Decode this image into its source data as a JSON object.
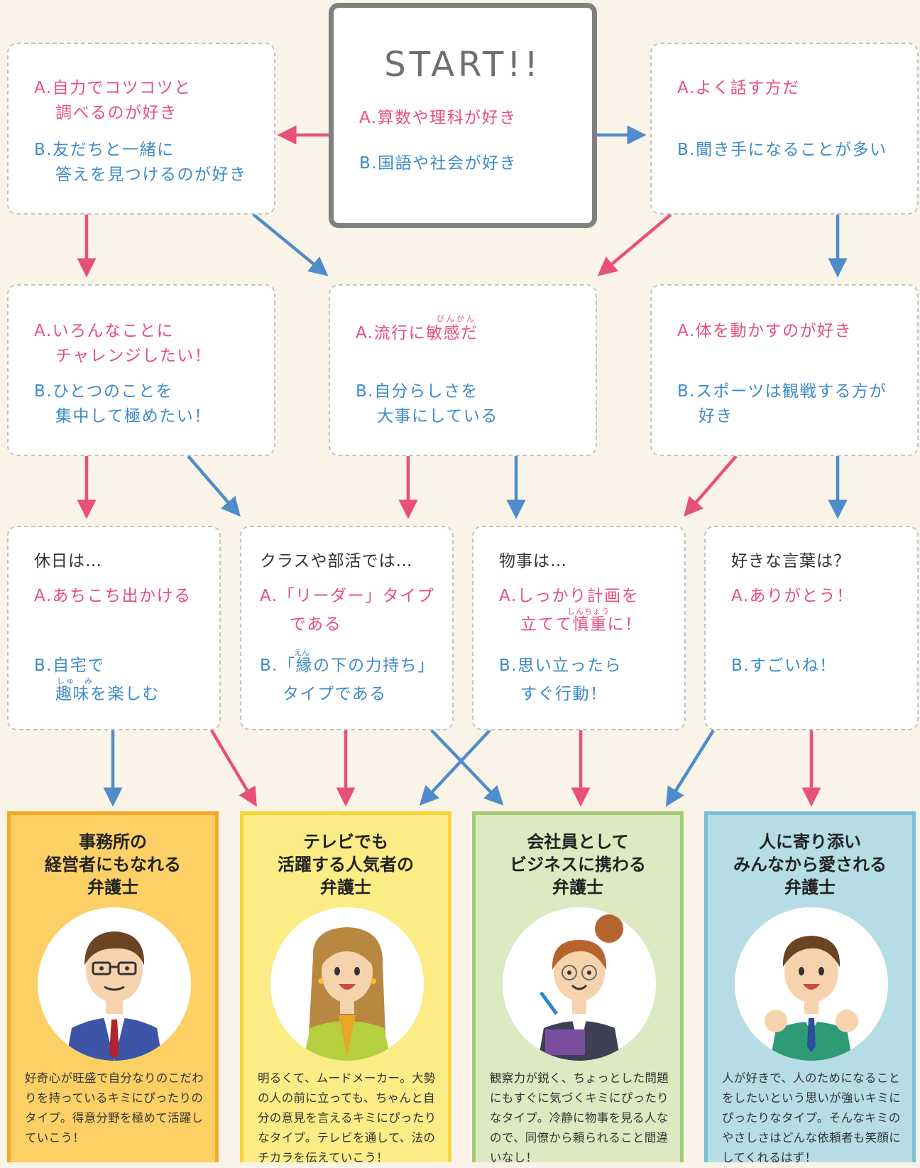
{
  "start": {
    "title": "START!!",
    "a": "A.算数や理科が好き",
    "b": "B.国語や社会が好き"
  },
  "top_left": {
    "a1": "A.自力でコツコツと",
    "a2": "調べるのが好き",
    "b1": "B.友だちと一緒に",
    "b2": "答えを見つけるのが好き"
  },
  "top_right": {
    "a": "A.よく話す方だ",
    "b": "B.聞き手になることが多い"
  },
  "mid_left": {
    "a1": "A.いろんなことに",
    "a2": "チャレンジしたい！",
    "b1": "B.ひとつのことを",
    "b2": "集中して極めたい！"
  },
  "mid_center": {
    "a_ruby": "びんかん",
    "a": "A.流行に敏感だ",
    "b1": "B.自分らしさを",
    "b2": "大事にしている"
  },
  "mid_right": {
    "a": "A.体を動かすのが好き",
    "b1": "B.スポーツは観戦する方が",
    "b2": "好き"
  },
  "q1": {
    "lead": "休日は…",
    "a": "A.あちこち出かける",
    "b1": "B.自宅で",
    "b2_ruby": "しゅ　み",
    "b2": "趣味を楽しむ"
  },
  "q2": {
    "lead": "クラスや部活では…",
    "a1": "A.「リーダー」タイプ",
    "a2": "である",
    "b_ruby": "えん",
    "b1": "B.「縁の下の力持ち」",
    "b2": "タイプである"
  },
  "q3": {
    "lead": "物事は…",
    "a1": "A.しっかり計画を",
    "a2_ruby": "しんちょう",
    "a2": "立てて慎重に！",
    "b1": "B.思い立ったら",
    "b2": "すぐ行動！"
  },
  "q4": {
    "lead": "好きな言葉は？",
    "a": "A.ありがとう！",
    "b": "B.すごいね！"
  },
  "results": [
    {
      "title": [
        "事務所の",
        "経営者にもなれる",
        "弁護士"
      ],
      "desc": "好奇心が旺盛で自分なりのこだわりを持っているキミにぴったりのタイプ。得意分野を極めて活躍していこう！",
      "color": "#fdd066"
    },
    {
      "title": [
        "テレビでも",
        "活躍する人気者の",
        "弁護士"
      ],
      "desc": "明るくて、ムードメーカー。大勢の人の前に立っても、ちゃんと自分の意見を言えるキミにぴったりなタイプ。テレビを通して、法のチカラを伝えていこう！",
      "color": "#fcec85"
    },
    {
      "title": [
        "会社員として",
        "ビジネスに携わる",
        "弁護士"
      ],
      "desc": "観察力が鋭く、ちょっとした問題にもすぐに気づくキミにぴったりなタイプ。冷静に物事を見る人なので、同僚から頼られること間違いなし！",
      "color": "#dce9c1"
    },
    {
      "title": [
        "人に寄り添い",
        "みんなから愛される",
        "弁護士"
      ],
      "desc": "人が好きで、人のためになることをしたいという思いが強いキミにぴったりなタイプ。そんなキミのやさしさはどんな依頼者も笑顔にしてくれるはず！",
      "color": "#b6dde6"
    }
  ],
  "colors": {
    "a_arrow": "#e8507a",
    "b_arrow": "#4f8ccc",
    "background": "#faf3e7"
  }
}
